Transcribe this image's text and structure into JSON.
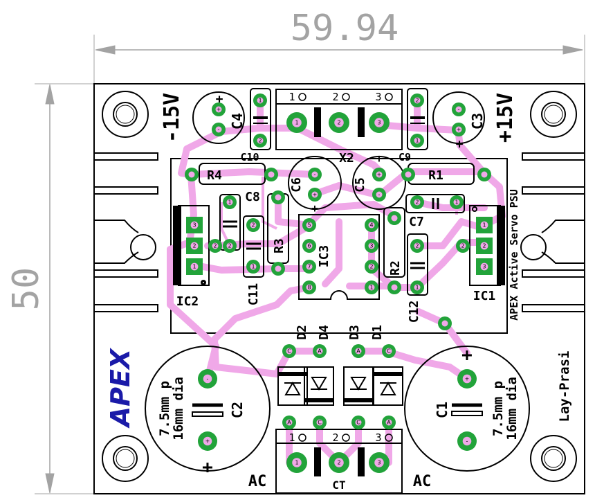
{
  "dimensions": {
    "width_label": "59.94",
    "height_label": "50"
  },
  "colors": {
    "track": "#f0a8e8",
    "pad": "#22a33a",
    "hole": "#f0a8e8",
    "outline": "#000000",
    "dimension": "#a3a3a3",
    "logo": "#1a1aa8"
  },
  "labels": {
    "neg_rail": "-15V",
    "pos_rail": "+15V",
    "c4": "C4",
    "c3": "C3",
    "c10": "C10",
    "c9": "C9",
    "x2": "X2",
    "r4": "R4",
    "r1": "R1",
    "c6": "C6",
    "c5": "C5",
    "c8": "C8",
    "c7": "C7",
    "r3": "R3",
    "ic3": "IC3",
    "r2": "R2",
    "c11": "C11",
    "c12": "C12",
    "ic2": "IC2",
    "ic1": "IC1",
    "d2": "D2",
    "d4": "D4",
    "d3": "D3",
    "d1": "D1",
    "c2": "C2",
    "c1": "C1",
    "cap_left_spec_1": "7.5mm p",
    "cap_left_spec_2": "16mm dia",
    "cap_right_spec_1": "7.5mm p",
    "cap_right_spec_2": "16mm dia",
    "ac_left": "AC",
    "ac_right": "AC",
    "ct": "CT",
    "logo": "APEX",
    "board_title": "APEX Active Servo PSU",
    "author": "Lay-Prasi",
    "plus": "+",
    "x2_pin1": "1",
    "x2_pin2": "2",
    "x2_pin3": "3",
    "x1_pin1": "1",
    "x1_pin2": "2",
    "x1_pin3": "3"
  }
}
